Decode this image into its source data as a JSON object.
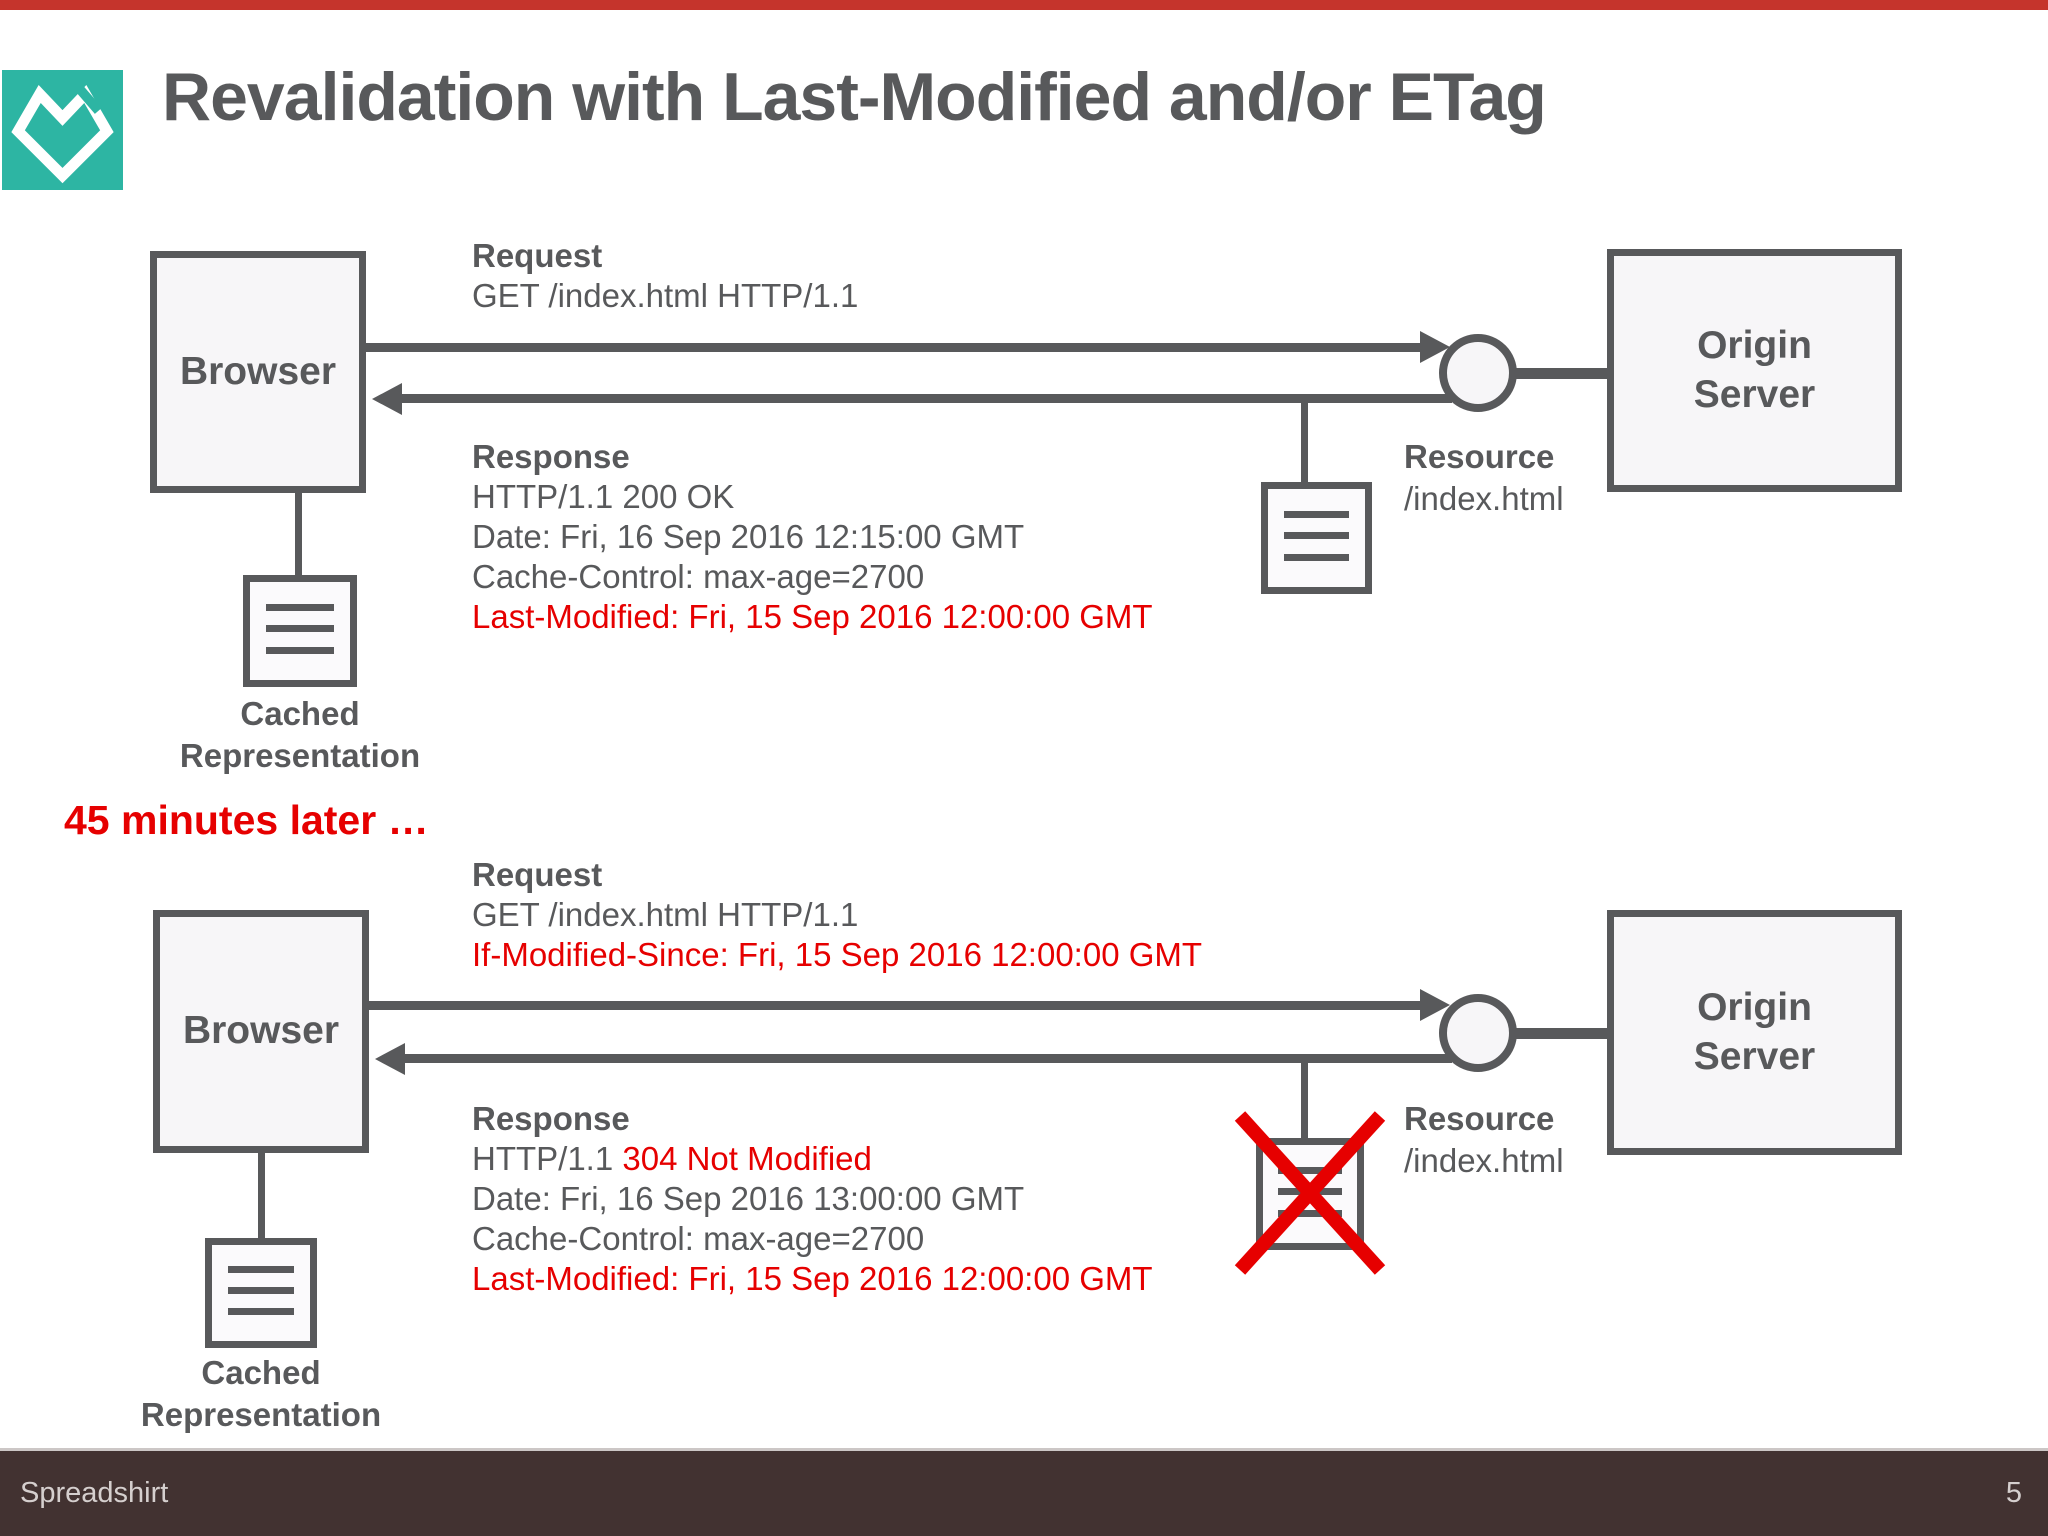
{
  "slide": {
    "title": "Revalidation with Last-Modified and/or ETag",
    "interlude": "45 minutes later …"
  },
  "colors": {
    "text_gray": "#58595b",
    "accent_red": "#e60000",
    "box_fill": "#f7f6f8",
    "logo_teal": "#2db5a3",
    "footer_bg": "#423231",
    "top_bar_red": "#c5342c"
  },
  "footer": {
    "brand": "Spreadshirt",
    "page_number": "5"
  },
  "diagrams": [
    {
      "browser_label": "Browser",
      "origin_label": "Origin Server",
      "request_label": "Request",
      "request_lines": [
        [
          {
            "text": "GET /index.html HTTP/1.1"
          }
        ]
      ],
      "response_label": "Response",
      "response_lines": [
        [
          {
            "text": "HTTP/1.1 200 OK"
          }
        ],
        [
          {
            "text": "Date: Fri, 16 Sep 2016 12:15:00 GMT"
          }
        ],
        [
          {
            "text": "Cache-Control: max-age=2700"
          }
        ],
        [
          {
            "text": "Last-Modified: Fri, 15 Sep 2016 12:00:00 GMT",
            "red": true
          }
        ]
      ],
      "resource_label": "Resource",
      "resource_path": "/index.html",
      "cached_label_line1": "Cached",
      "cached_label_line2": "Representation"
    },
    {
      "browser_label": "Browser",
      "origin_label": "Origin Server",
      "request_label": "Request",
      "request_lines": [
        [
          {
            "text": "GET /index.html HTTP/1.1"
          }
        ],
        [
          {
            "text": "If-Modified-Since: Fri, 15 Sep 2016 12:00:00 GMT",
            "red": true
          }
        ]
      ],
      "response_label": "Response",
      "response_lines": [
        [
          {
            "text": "HTTP/1.1 "
          },
          {
            "text": "304 Not Modified",
            "red": true
          }
        ],
        [
          {
            "text": "Date: Fri, 16 Sep 2016 13:00:00 GMT"
          }
        ],
        [
          {
            "text": "Cache-Control: max-age=2700"
          }
        ],
        [
          {
            "text": "Last-Modified: Fri, 15 Sep 2016 12:00:00 GMT",
            "red": true
          }
        ]
      ],
      "resource_label": "Resource",
      "resource_path": "/index.html",
      "cached_label_line1": "Cached",
      "cached_label_line2": "Representation"
    }
  ]
}
